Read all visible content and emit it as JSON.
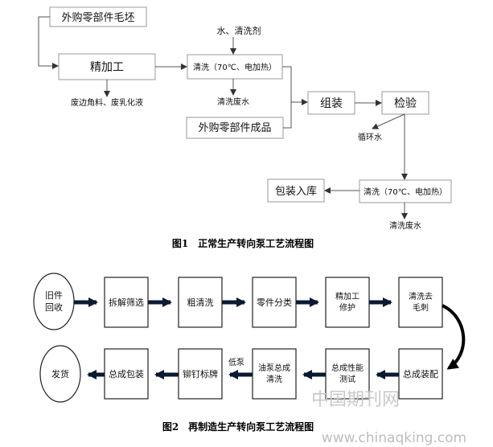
{
  "figure1": {
    "caption": "图1　正常生产转向泵工艺流程图",
    "blank_purchase": "外购零部件毛坯",
    "finishing": "精加工",
    "finishing_waste": "废边角料、废乳化液",
    "water_input": "水、清洗剂",
    "cleaning1": "清洗（70℃、电加热）",
    "waste_water1": "清洗废水",
    "finished_purchase": "外购零部件成品",
    "assembly": "组装",
    "inspection": "检验",
    "circulating_water": "循环水",
    "cleaning2": "清洗（70℃、电加热）",
    "packing": "包装入库",
    "waste_water2": "清洗废水"
  },
  "figure2": {
    "caption": "图2　再制造生产转向泵工艺流程图",
    "recycle_line1": "旧件",
    "recycle_line2": "回收",
    "disassembly": "拆解筛选",
    "rough_clean": "粗清洗",
    "classify": "零件分类",
    "repair_line1": "精加工",
    "repair_line2": "修护",
    "deburr_line1": "清洗去",
    "deburr_line2": "毛刺",
    "final_assembly": "总成装配",
    "test_line1": "总成性能",
    "test_line2": "测试",
    "pump_clean_line1": "油泵总成",
    "pump_clean_line2": "清洗",
    "low_pump": "低泵",
    "rivet": "铆钉标牌",
    "packaging": "总成包装",
    "ship": "发货"
  },
  "watermark": {
    "cn": "中国期刊网",
    "url": "www.chinaqking.com"
  },
  "colors": {
    "arrow_dark": "#0b1a33",
    "line": "#555555"
  }
}
